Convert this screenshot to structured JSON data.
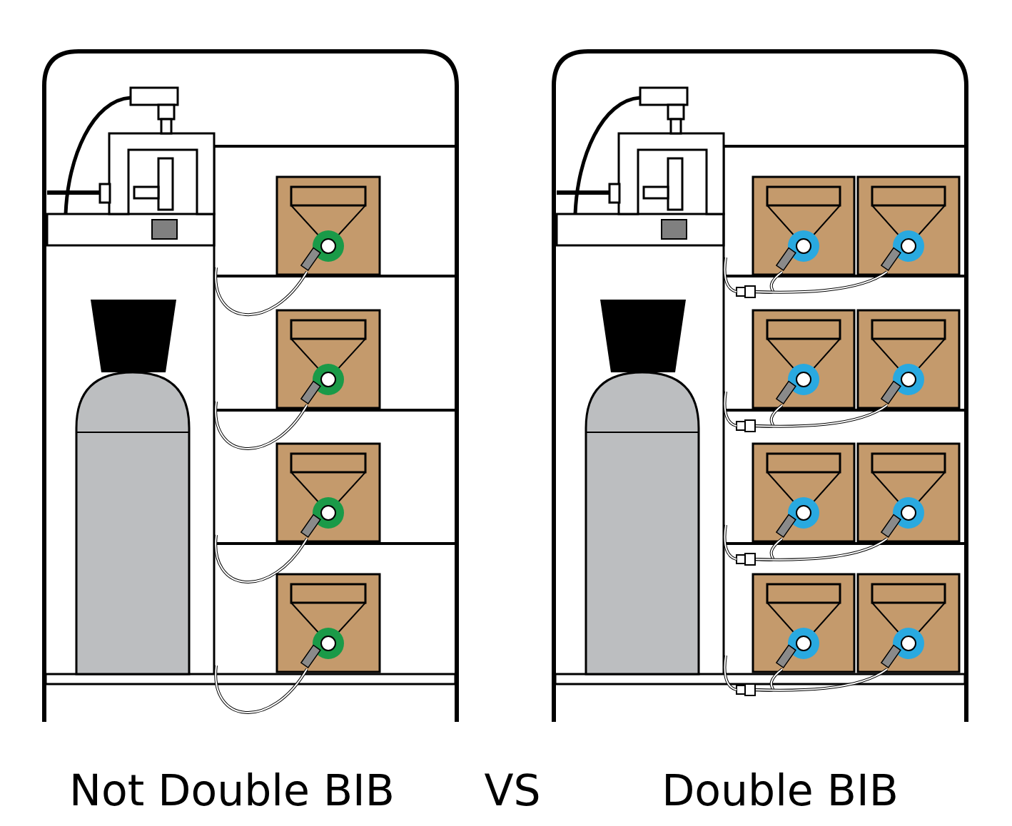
{
  "diagram": {
    "labels": [
      "Not Double BIB",
      "VS",
      "Double BIB"
    ]
  }
}
